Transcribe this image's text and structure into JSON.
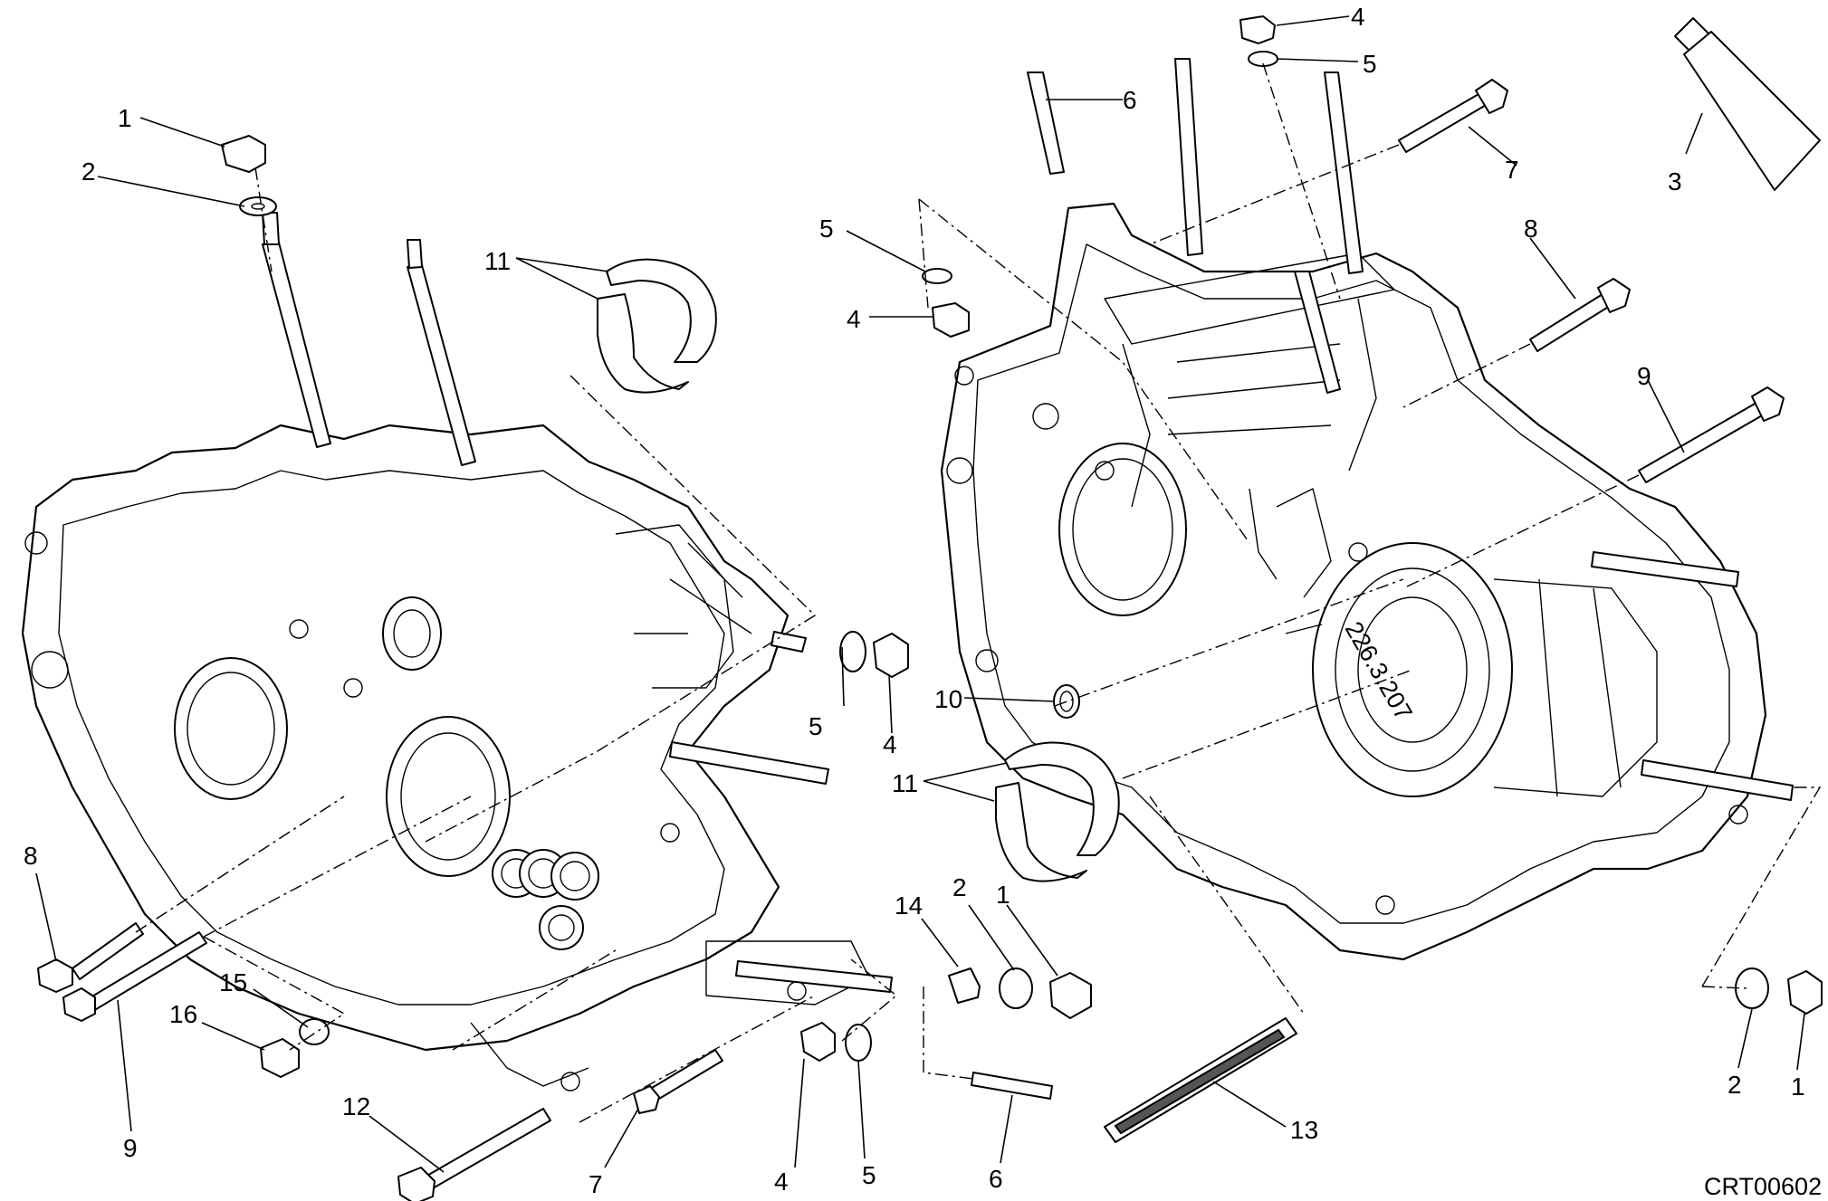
{
  "drawing_code": "CRT00602",
  "crankcase_mark": "226.3.207",
  "callouts": [
    "1",
    "2",
    "11",
    "5",
    "4",
    "6",
    "4",
    "5",
    "7",
    "3",
    "8",
    "9",
    "5",
    "4",
    "10",
    "11",
    "8",
    "9",
    "15",
    "16",
    "12",
    "14",
    "2",
    "1",
    "7",
    "4",
    "5",
    "6",
    "13",
    "2",
    "1"
  ]
}
